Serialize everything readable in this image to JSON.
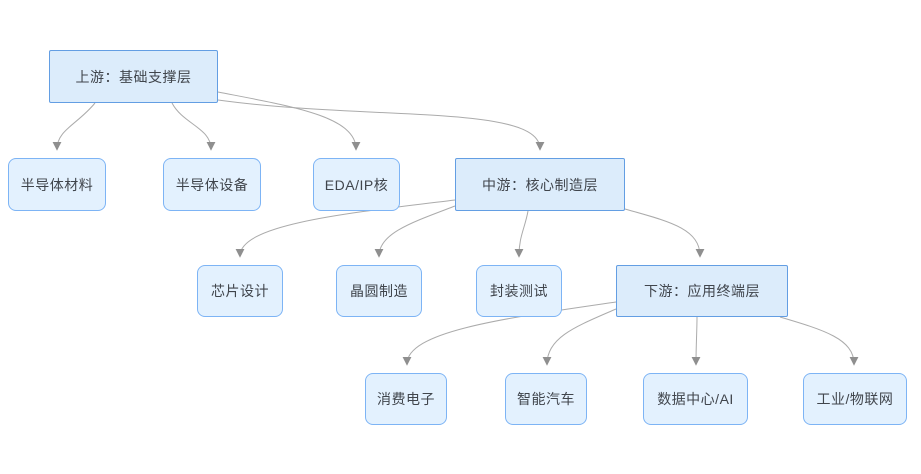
{
  "diagram": {
    "type": "flowchart",
    "description": "Semiconductor industry chain hierarchy flowchart",
    "colors": {
      "background": "#ffffff",
      "leaf_node_fill": "#e3f1fe",
      "leaf_node_border": "#7db4f5",
      "layer_node_fill": "#dcecfb",
      "layer_node_border": "#639ee3",
      "edge_line": "#ababab",
      "arrowhead": "#8f8f8f",
      "text": "#40454c"
    },
    "nodes": [
      {
        "id": "upstream",
        "label": "上游：基础支撑层",
        "type": "layer"
      },
      {
        "id": "materials",
        "label": "半导体材料",
        "type": "leaf"
      },
      {
        "id": "equipment",
        "label": "半导体设备",
        "type": "leaf"
      },
      {
        "id": "eda",
        "label": "EDA/IP核",
        "type": "leaf"
      },
      {
        "id": "midstream",
        "label": "中游：核心制造层",
        "type": "layer"
      },
      {
        "id": "design",
        "label": "芯片设计",
        "type": "leaf"
      },
      {
        "id": "wafer",
        "label": "晶圆制造",
        "type": "leaf"
      },
      {
        "id": "packaging",
        "label": "封装测试",
        "type": "leaf"
      },
      {
        "id": "downstream",
        "label": "下游：应用终端层",
        "type": "layer"
      },
      {
        "id": "consumer",
        "label": "消费电子",
        "type": "leaf"
      },
      {
        "id": "auto",
        "label": "智能汽车",
        "type": "leaf"
      },
      {
        "id": "datacenter",
        "label": "数据中心/AI",
        "type": "leaf"
      },
      {
        "id": "industrial",
        "label": "工业/物联网",
        "type": "leaf"
      }
    ],
    "edges": [
      {
        "from": "upstream",
        "to": "materials"
      },
      {
        "from": "upstream",
        "to": "equipment"
      },
      {
        "from": "upstream",
        "to": "eda"
      },
      {
        "from": "upstream",
        "to": "midstream"
      },
      {
        "from": "midstream",
        "to": "design"
      },
      {
        "from": "midstream",
        "to": "wafer"
      },
      {
        "from": "midstream",
        "to": "packaging"
      },
      {
        "from": "midstream",
        "to": "downstream"
      },
      {
        "from": "downstream",
        "to": "consumer"
      },
      {
        "from": "downstream",
        "to": "auto"
      },
      {
        "from": "downstream",
        "to": "datacenter"
      },
      {
        "from": "downstream",
        "to": "industrial"
      }
    ]
  }
}
